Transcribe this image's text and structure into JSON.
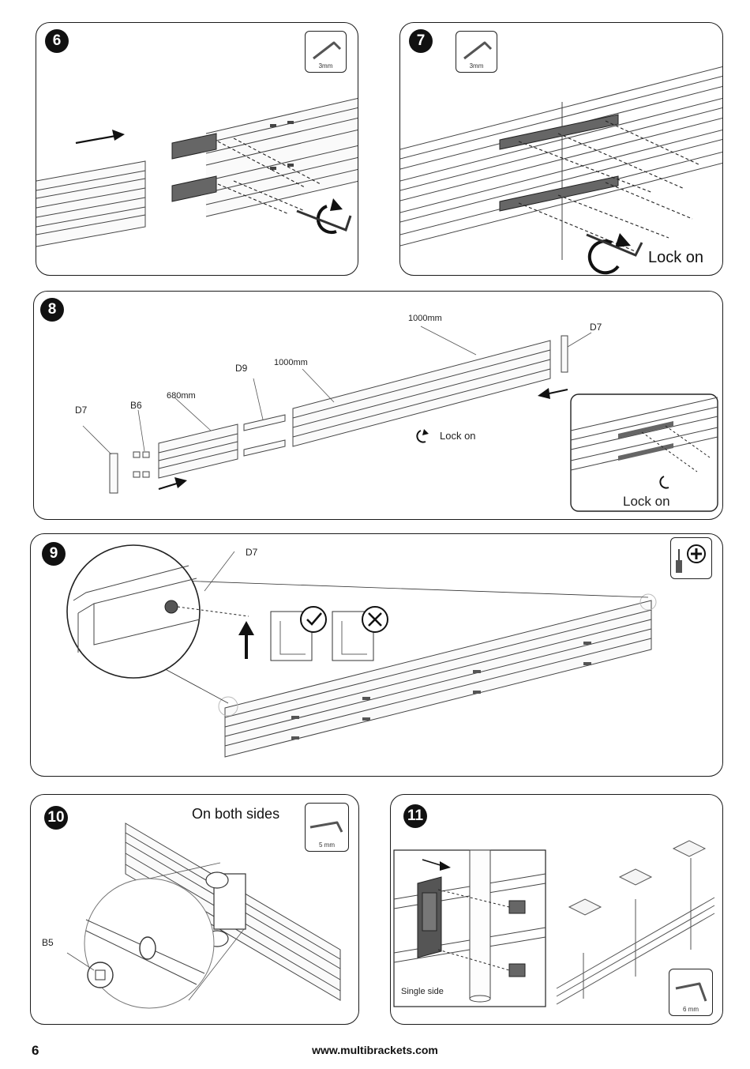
{
  "steps": {
    "s6": {
      "number": "6",
      "tool": {
        "name": "hex-key",
        "size": "3mm"
      }
    },
    "s7": {
      "number": "7",
      "tool": {
        "name": "hex-key",
        "size": "3mm"
      },
      "action": "Lock on"
    },
    "s8": {
      "number": "8",
      "labels": {
        "d7_left": "D7",
        "b6": "B6",
        "len680": "680mm",
        "d9": "D9",
        "len1000_a": "1000mm",
        "len1000_b": "1000mm",
        "d7_right": "D7",
        "lock_on": "Lock on",
        "inset_lock_on": "Lock on"
      }
    },
    "s9": {
      "number": "9",
      "labels": {
        "d7": "D7"
      },
      "tool": {
        "name": "screwdriver-plus"
      }
    },
    "s10": {
      "number": "10",
      "caption": "On both sides",
      "labels": {
        "b5": "B5"
      },
      "tool": {
        "name": "hex-key",
        "size": "5 mm"
      }
    },
    "s11": {
      "number": "11",
      "labels": {
        "single_side": "Single side"
      },
      "tool": {
        "name": "hex-key",
        "size": "6 mm"
      }
    }
  },
  "footer": {
    "page_number": "6",
    "url": "www.multibrackets.com"
  }
}
